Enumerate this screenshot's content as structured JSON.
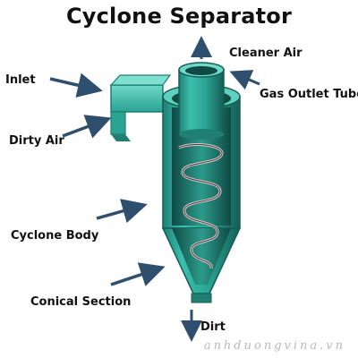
{
  "title": "Cyclone Separator",
  "labels": {
    "cleaner_air": "Cleaner Air",
    "inlet": "Inlet",
    "gas_outlet_tube": "Gas Outlet Tube",
    "dirty_air": "Dirty Air",
    "cyclone_body": "Cyclone Body",
    "conical_section": "Conical Section",
    "dirt": "Dirt"
  },
  "watermark": "anhduongvina.vn",
  "colors": {
    "body": "#3bbfad",
    "body_dark": "#1f7f73",
    "body_light": "#6fd8c8",
    "arrow": "#2f4f6f"
  }
}
